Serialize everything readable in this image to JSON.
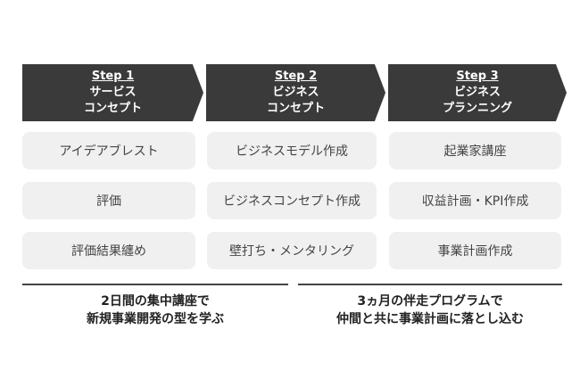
{
  "steps": [
    {
      "label": "Step 1",
      "title1": "サービス",
      "title2": "コンセプト",
      "items": [
        "アイデアブレスト",
        "評価",
        "評価結果纏め"
      ]
    },
    {
      "label": "Step 2",
      "title1": "ビジネス",
      "title2": "コンセプト",
      "items": [
        "ビジネスモデル作成",
        "ビジネスコンセプト作成",
        "壁打ち・メンタリング"
      ]
    },
    {
      "label": "Step 3",
      "title1": "ビジネス",
      "title2": "プランニング",
      "items": [
        "起業家講座",
        "収益計画・KPI作成",
        "事業計画作成"
      ]
    }
  ],
  "summaries": [
    {
      "line1": "2日間の集中講座で",
      "line2": "新規事業開発の型を学ぶ"
    },
    {
      "line1": "3ヵ月の伴走プログラムで",
      "line2": "仲間と共に事業計画に落とし込む"
    }
  ],
  "colors": {
    "chevron": "#3a3a3a",
    "box": "#f0f0f0"
  }
}
